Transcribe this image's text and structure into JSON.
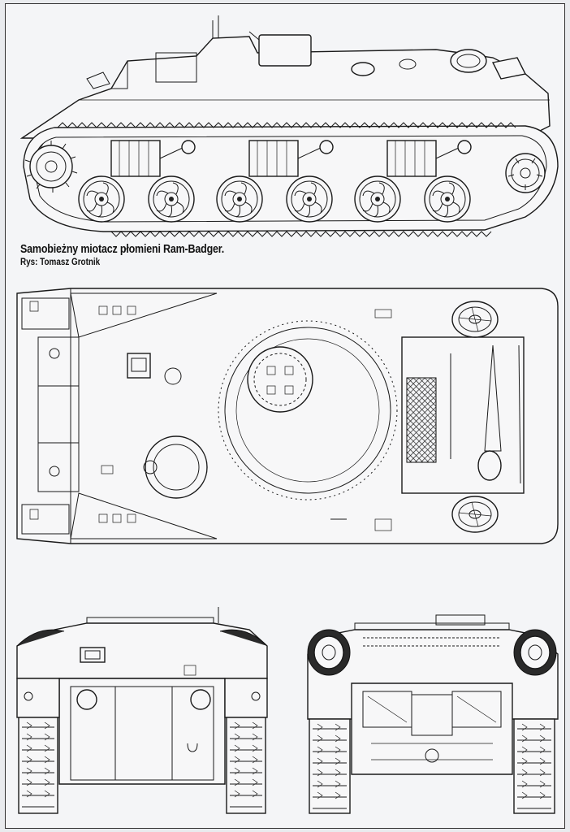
{
  "caption": {
    "title": "Samobieżny miotacz płomieni Ram-Badger.",
    "author": "Rys: Tomasz Grotnik"
  },
  "views": {
    "side": "side-view",
    "top": "top-view",
    "front": "front-view",
    "rear": "rear-view"
  },
  "colors": {
    "paper": "#f4f5f7",
    "ink": "#1a1a1a",
    "background": "#e9ebee"
  }
}
